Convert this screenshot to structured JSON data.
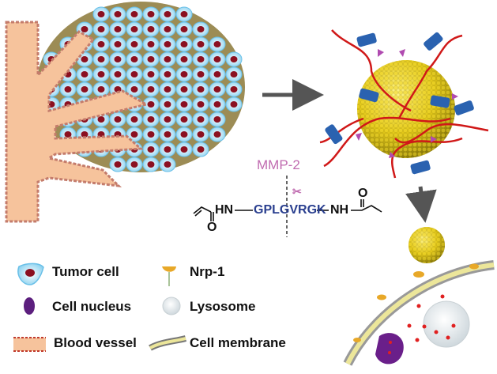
{
  "figure": {
    "enzyme_label": "MMP-2",
    "peptide": {
      "left_group": "HN",
      "sequence": "GPLGVRGK",
      "right_group": "NH",
      "carbonyl_oxygen": "O",
      "cleavage_icon": "scissors-icon"
    },
    "colors": {
      "enzyme": "#c06bb0",
      "peptide": "#2a3f8f",
      "vessel": "#f6c39c",
      "tumor_matrix": "#9c8c55",
      "tumor_cell": "#b9e3f5",
      "nucleus": "#8b1020",
      "nanoparticle": "#e8d21f",
      "polymer_chain": "#d01818",
      "ligand": "#2a62b0",
      "arrow": "#555555"
    }
  },
  "legend": {
    "items": [
      {
        "label": "Tumor cell",
        "icon": "tumor-cell-icon"
      },
      {
        "label": "Nrp-1",
        "icon": "nrp1-receptor-icon"
      },
      {
        "label": "Cell nucleus",
        "icon": "cell-nucleus-icon"
      },
      {
        "label": "Lysosome",
        "icon": "lysosome-icon"
      },
      {
        "label": "Blood vessel",
        "icon": "blood-vessel-icon"
      },
      {
        "label": "Cell membrane",
        "icon": "cell-membrane-icon"
      }
    ]
  }
}
